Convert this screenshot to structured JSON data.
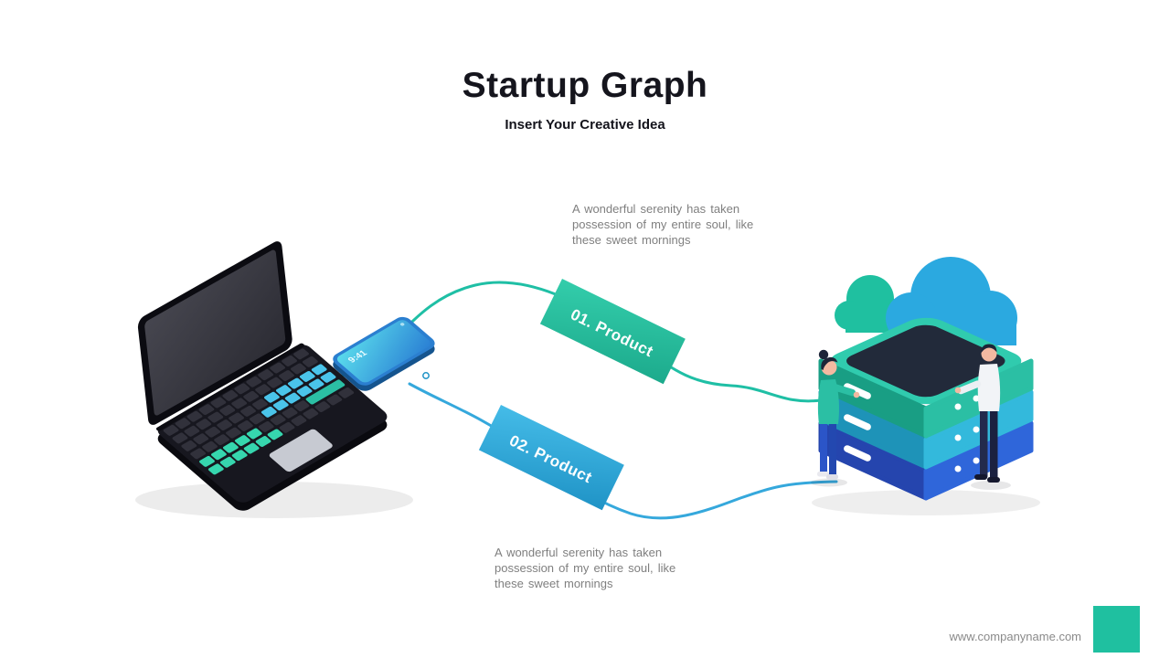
{
  "slide": {
    "title": "Startup Graph",
    "subtitle": "Insert Your Creative Idea"
  },
  "annotations": {
    "top": "A wonderful serenity has taken possession of my entire soul, like these sweet mornings",
    "bottom": "A wonderful serenity has taken possession of my entire soul, like these sweet mornings"
  },
  "diagram": {
    "steps": [
      {
        "label": "01. Product",
        "color": "#2bbfa4"
      },
      {
        "label": "02. Product",
        "color": "#35a8dc"
      }
    ],
    "phone_time": "9:41"
  },
  "footer": {
    "website": "www.companyname.com",
    "accent_square_color": "#1fc0a0"
  },
  "colors": {
    "title_text": "#15151d",
    "body_text": "#7f7f7f",
    "teal": "#2bbfa4",
    "blue": "#35a8dc",
    "server_blue": "#2f63d8",
    "laptop_body": "#17171f"
  }
}
